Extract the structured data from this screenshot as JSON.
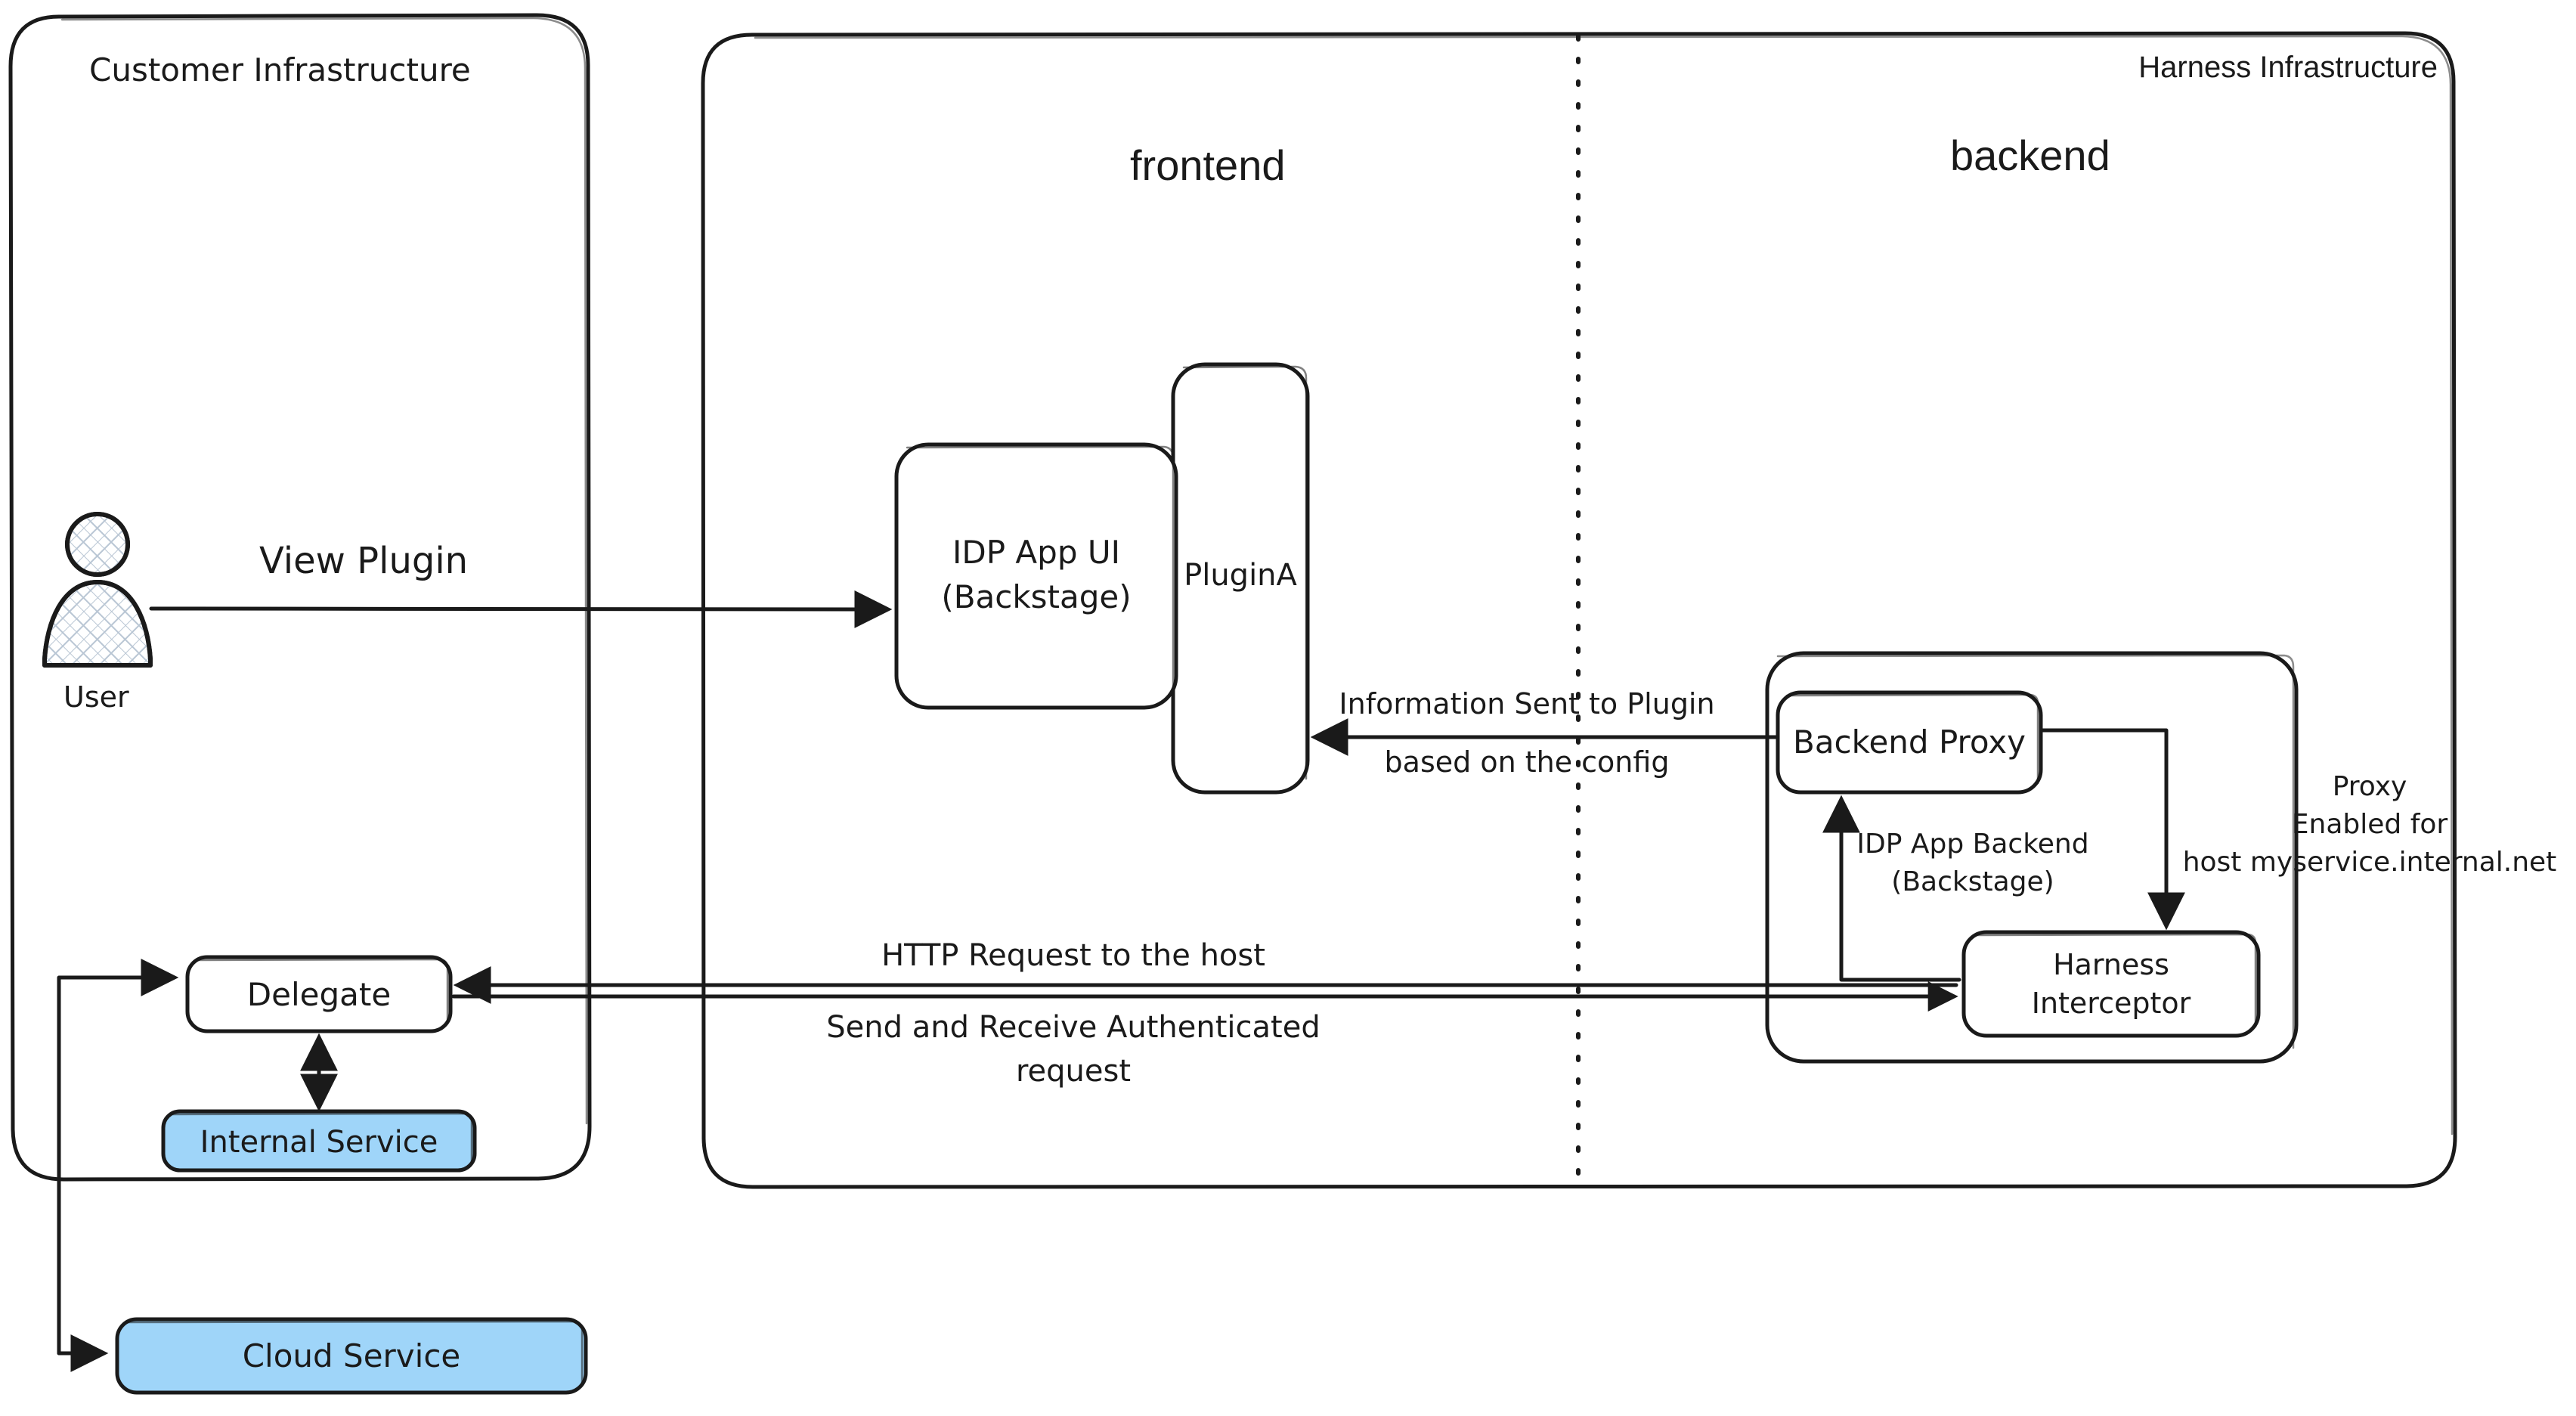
{
  "diagram": {
    "title_customer": "Customer Infrastructure",
    "title_harness": "Harness Infrastructure",
    "zone_frontend": "frontend",
    "zone_backend": "backend"
  },
  "nodes": {
    "user": {
      "label": "User",
      "icon": "user-actor-icon"
    },
    "idp_app_ui": {
      "line1": "IDP App UI",
      "line2": "(Backstage)"
    },
    "plugin_a": {
      "label": "PluginA"
    },
    "idp_app_backend": {
      "line1": "IDP App Backend",
      "line2": "(Backstage)"
    },
    "backend_proxy": {
      "label": "Backend Proxy"
    },
    "harness_interceptor": {
      "line1": "Harness",
      "line2": "Interceptor"
    },
    "delegate": {
      "label": "Delegate"
    },
    "internal_service": {
      "label": "Internal Service",
      "fill": "#9FD5F9"
    },
    "cloud_service": {
      "label": "Cloud Service",
      "fill": "#9FD5F9"
    }
  },
  "edges": {
    "view_plugin": {
      "label": "View Plugin"
    },
    "info_to_plugin": {
      "line1": "Information Sent to Plugin",
      "line2": "based on the config"
    },
    "http_request": {
      "line1": "HTTP Request to the host",
      "line2": "Send and Receive Authenticated",
      "line3": "request"
    },
    "proxy_enabled": {
      "line1": "Proxy",
      "line2": "Enabled for",
      "line3": "host myservice.internal.net"
    }
  },
  "colors": {
    "stroke": "#1a1a1a",
    "accent_blue": "#9FD5F9",
    "background": "#ffffff"
  }
}
